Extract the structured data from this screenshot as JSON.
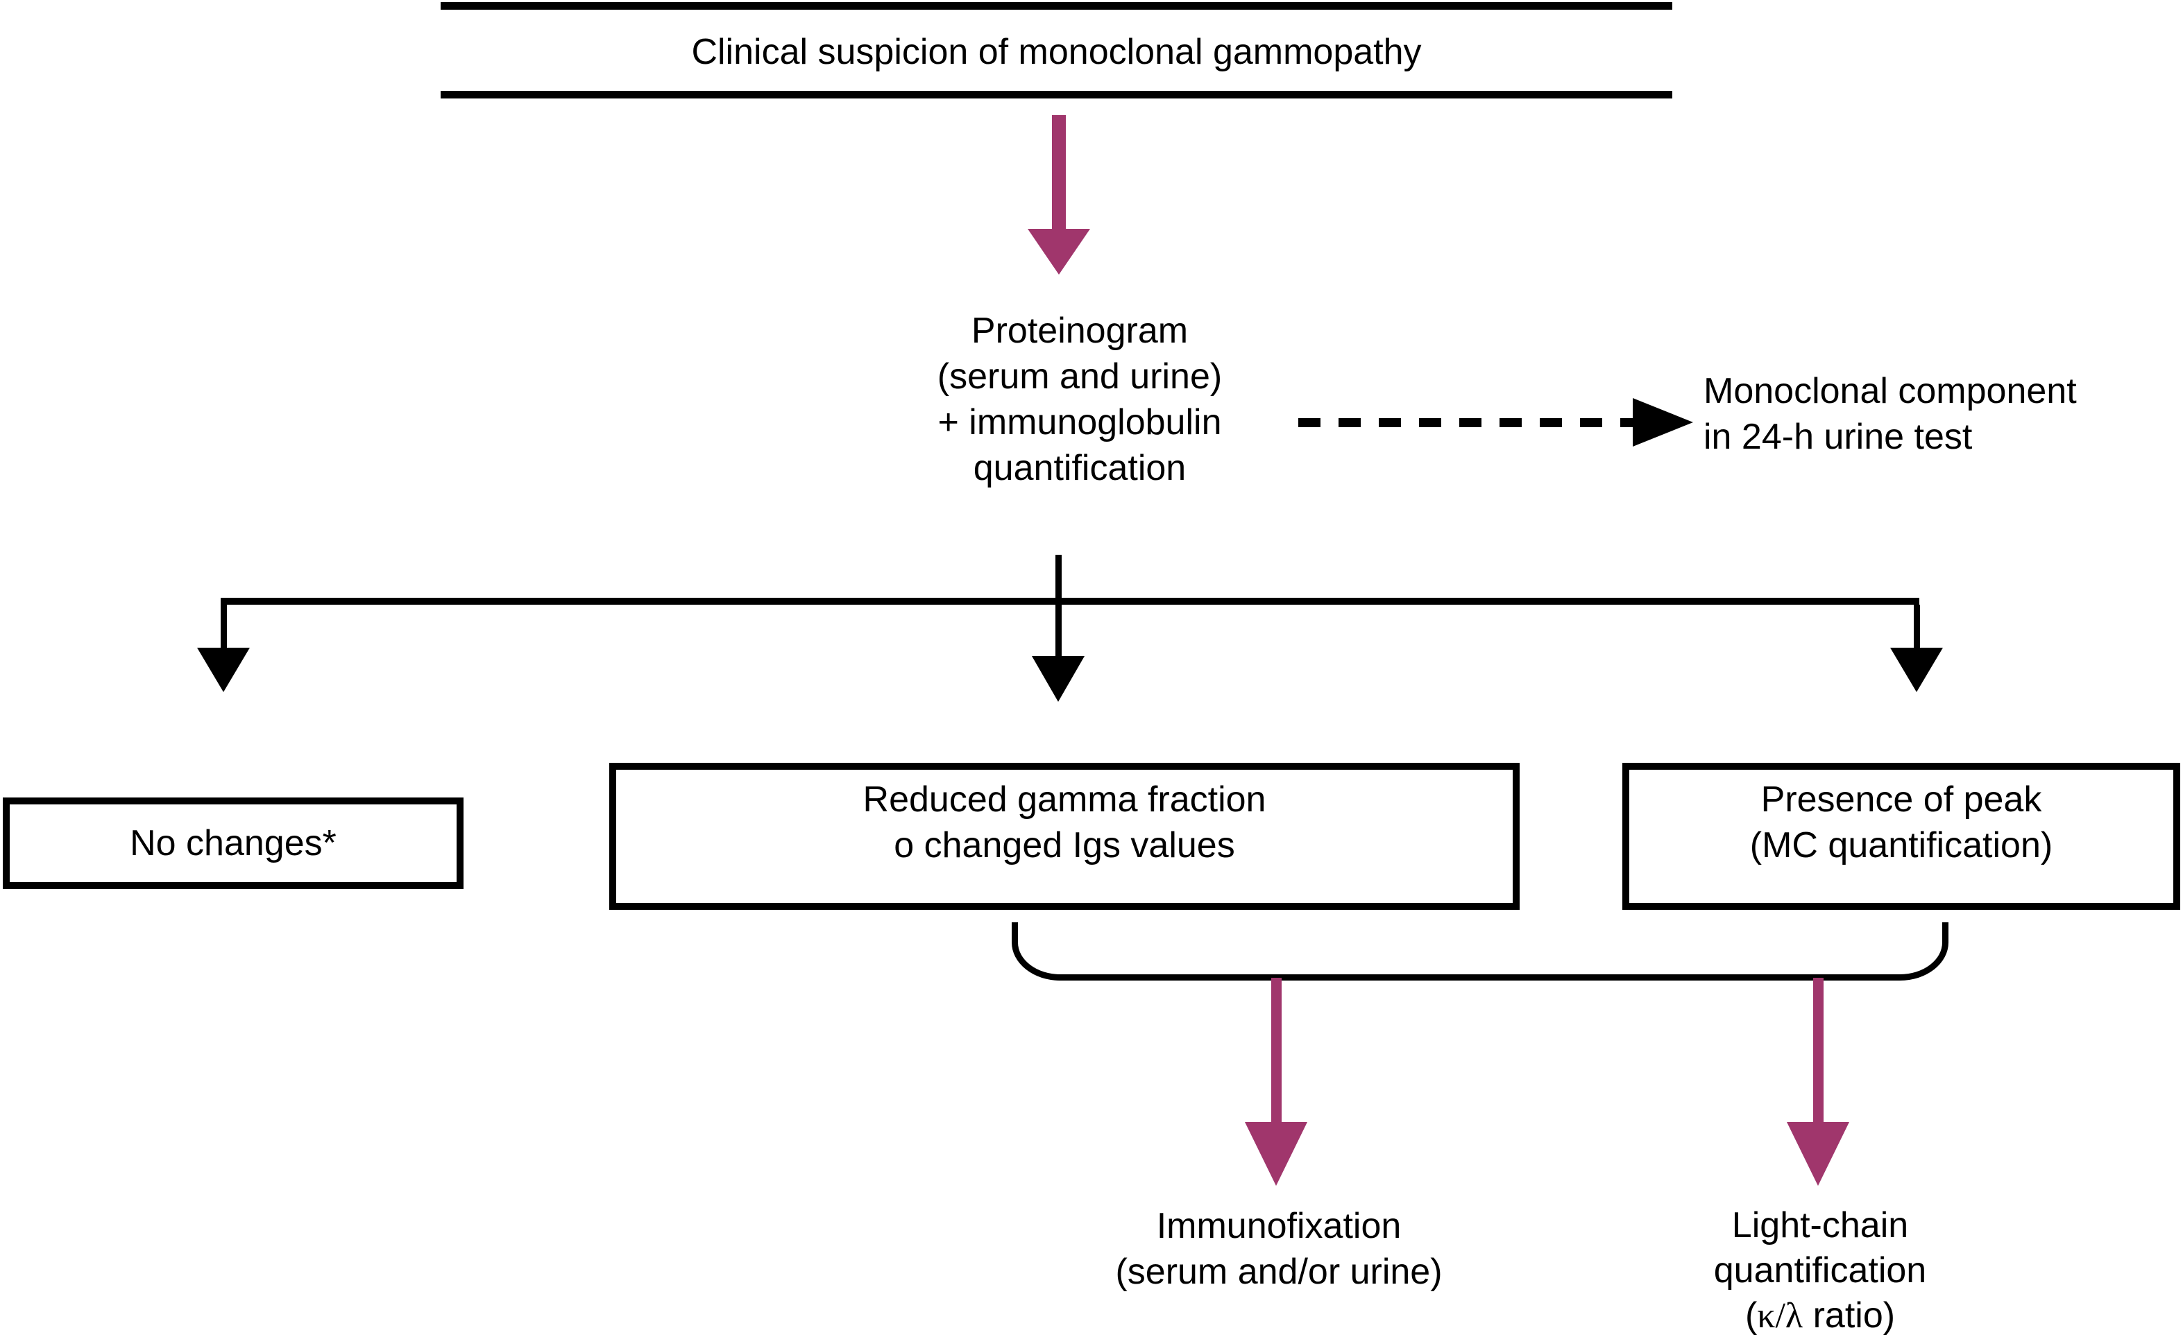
{
  "colors": {
    "background": "#ffffff",
    "line": "#000000",
    "text": "#000000",
    "accent_arrow": "#a0366c"
  },
  "title": {
    "text": "Clinical suspicion of monoclonal gammopathy"
  },
  "proteinogram": {
    "lines": [
      "Proteinogram",
      "(serum and urine)",
      "+ immunoglobulin",
      "quantification"
    ]
  },
  "urine_note": {
    "lines": [
      "Monoclonal component",
      "in 24-h urine test"
    ]
  },
  "boxes": {
    "no_changes": {
      "text": "No changes*"
    },
    "reduced_gamma": {
      "lines": [
        "Reduced gamma fraction",
        "o changed Igs values"
      ]
    },
    "presence_peak": {
      "lines": [
        "Presence of peak",
        "(MC quantification)"
      ]
    }
  },
  "outcomes": {
    "immunofixation": {
      "lines": [
        "Immunofixation",
        "(serum and/or urine)"
      ]
    },
    "light_chain": {
      "lines": [
        "Light-chain",
        "quantification"
      ],
      "ratio": {
        "open": "(",
        "greek": "κ/λ",
        "rest": " ratio)"
      }
    }
  }
}
